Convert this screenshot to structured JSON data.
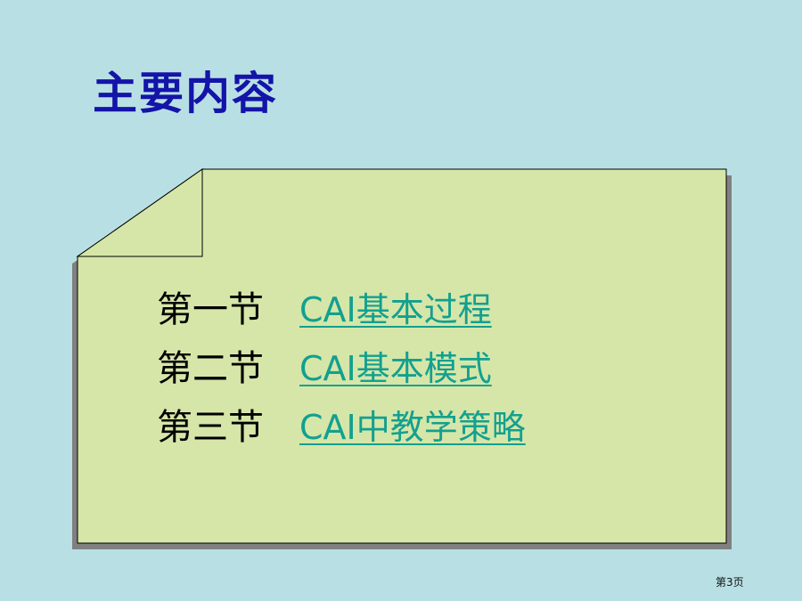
{
  "slide": {
    "title": "主要内容",
    "sections": [
      {
        "label": "第一节",
        "link": "CAI基本过程"
      },
      {
        "label": "第二节",
        "link": "CAI基本模式"
      },
      {
        "label": "第三节",
        "link": "CAI中教学策略"
      }
    ],
    "page_number": "第3页"
  },
  "colors": {
    "background": "#b8e0e4",
    "title": "#1414a8",
    "note_fill": "#d6e6a8",
    "link": "#12a090",
    "text": "#000000"
  }
}
